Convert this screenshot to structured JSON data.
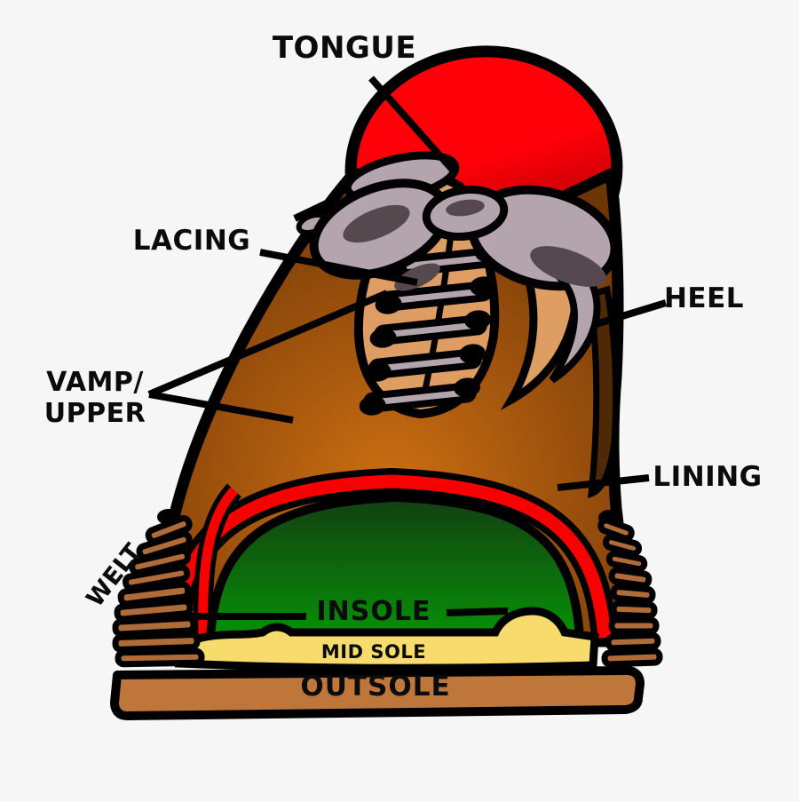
{
  "diagram": {
    "labels": {
      "tongue": "TONGUE",
      "lacing": "LACING",
      "heel": "HEEL",
      "vamp_upper_line1": "VAMP/",
      "vamp_upper_line2": "UPPER",
      "lining": "LINING",
      "welt": "WELT",
      "insole": "INSOLE",
      "mid_sole": "MID SOLE",
      "outsole": "OUTSOLE"
    },
    "colors": {
      "background": "#f6f6f6",
      "outline": "#000000",
      "tongue_red": "#ff0008",
      "tongue_red_dark": "#a00004",
      "upper_brown_light": "#cd6f12",
      "upper_brown_dark": "#6e3507",
      "heel_dark": "#4f2806",
      "lacing_panel_tan": "#dd9d63",
      "lace_gray": "#b3a4ad",
      "lace_gray_dark": "#55484e",
      "lining_red": "#f80000",
      "insole_green_dark": "#123f12",
      "insole_green": "#079107",
      "welt_brown": "#b06c38",
      "midsole_yellow": "#f8db6d",
      "outsole_brown": "#bf763b"
    }
  }
}
